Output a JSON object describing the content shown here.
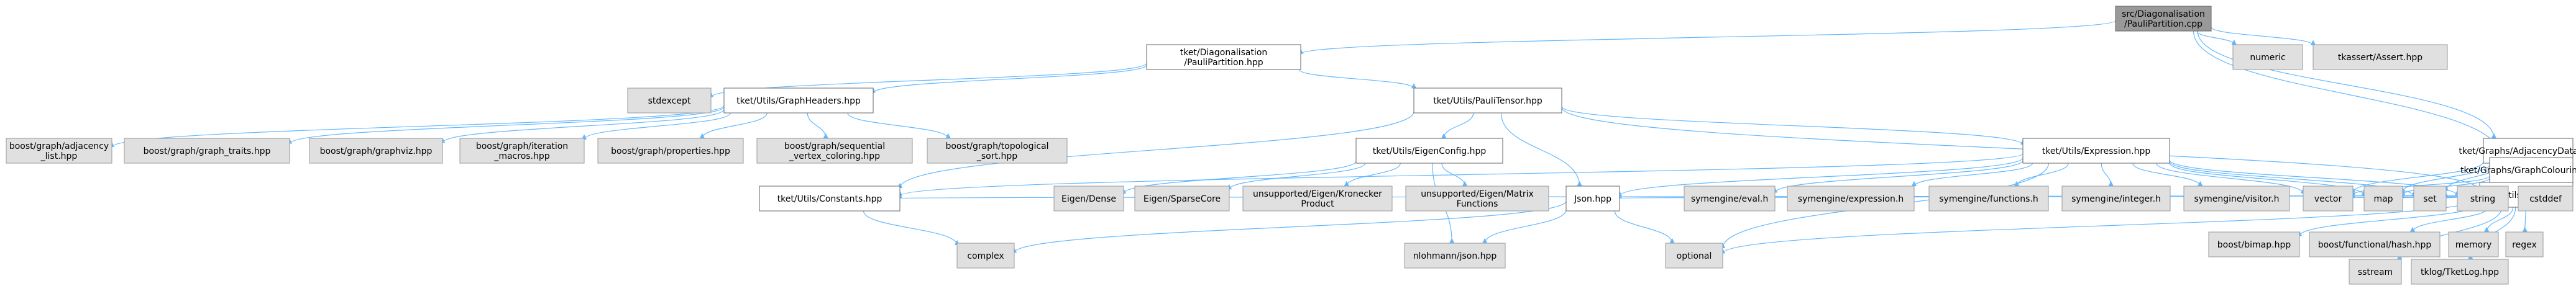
{
  "colors": {
    "root_fill": "#999999",
    "node_fill": "#ffffff",
    "ext_fill": "#e0e0e0",
    "node_border": "#666666",
    "ext_border": "#999999",
    "edge": "#63b8ff"
  },
  "nodes": [
    {
      "id": "root",
      "kind": "root",
      "lines": [
        "src/Diagonalisation",
        "/PauliPartition.cpp"
      ]
    },
    {
      "id": "pp",
      "kind": "local",
      "lines": [
        "tket/Diagonalisation",
        "/PauliPartition.hpp"
      ]
    },
    {
      "id": "numeric",
      "kind": "ext",
      "lines": [
        "numeric"
      ]
    },
    {
      "id": "tkassert",
      "kind": "ext",
      "lines": [
        "tkassert/Assert.hpp"
      ]
    },
    {
      "id": "stdexcept",
      "kind": "ext",
      "lines": [
        "stdexcept"
      ]
    },
    {
      "id": "graphheaders",
      "kind": "local",
      "lines": [
        "tket/Utils/GraphHeaders.hpp"
      ]
    },
    {
      "id": "paulitensor",
      "kind": "local",
      "lines": [
        "tket/Utils/PauliTensor.hpp"
      ]
    },
    {
      "id": "adjlist",
      "kind": "ext",
      "lines": [
        "boost/graph/adjacency",
        "_list.hpp"
      ]
    },
    {
      "id": "graphtraits",
      "kind": "ext",
      "lines": [
        "boost/graph/graph_traits.hpp"
      ]
    },
    {
      "id": "graphviz",
      "kind": "ext",
      "lines": [
        "boost/graph/graphviz.hpp"
      ]
    },
    {
      "id": "itermacros",
      "kind": "ext",
      "lines": [
        "boost/graph/iteration",
        "_macros.hpp"
      ]
    },
    {
      "id": "properties",
      "kind": "ext",
      "lines": [
        "boost/graph/properties.hpp"
      ]
    },
    {
      "id": "seqcolor",
      "kind": "ext",
      "lines": [
        "boost/graph/sequential",
        "_vertex_coloring.hpp"
      ]
    },
    {
      "id": "topo",
      "kind": "ext",
      "lines": [
        "boost/graph/topological",
        "_sort.hpp"
      ]
    },
    {
      "id": "eigenconfig",
      "kind": "local",
      "lines": [
        "tket/Utils/EigenConfig.hpp"
      ]
    },
    {
      "id": "expression",
      "kind": "local",
      "lines": [
        "tket/Utils/Expression.hpp"
      ]
    },
    {
      "id": "adjdata",
      "kind": "local",
      "lines": [
        "tket/Graphs/AdjacencyData.hpp"
      ]
    },
    {
      "id": "graphcolouring",
      "kind": "local",
      "lines": [
        "tket/Graphs/GraphColouring.hpp"
      ]
    },
    {
      "id": "unitid",
      "kind": "local",
      "lines": [
        "tket/Utils/UnitID.hpp"
      ]
    },
    {
      "id": "constants",
      "kind": "local",
      "lines": [
        "tket/Utils/Constants.hpp"
      ]
    },
    {
      "id": "eigendense",
      "kind": "ext",
      "lines": [
        "Eigen/Dense"
      ]
    },
    {
      "id": "eigensparse",
      "kind": "ext",
      "lines": [
        "Eigen/SparseCore"
      ]
    },
    {
      "id": "kronecker",
      "kind": "ext",
      "lines": [
        "unsupported/Eigen/Kronecker",
        "Product"
      ]
    },
    {
      "id": "matfunc",
      "kind": "ext",
      "lines": [
        "unsupported/Eigen/Matrix",
        "Functions"
      ]
    },
    {
      "id": "jsonhpp",
      "kind": "local",
      "lines": [
        "Json.hpp"
      ]
    },
    {
      "id": "seval",
      "kind": "ext",
      "lines": [
        "symengine/eval.h"
      ]
    },
    {
      "id": "sexpr",
      "kind": "ext",
      "lines": [
        "symengine/expression.h"
      ]
    },
    {
      "id": "sfunc",
      "kind": "ext",
      "lines": [
        "symengine/functions.h"
      ]
    },
    {
      "id": "sint",
      "kind": "ext",
      "lines": [
        "symengine/integer.h"
      ]
    },
    {
      "id": "svis",
      "kind": "ext",
      "lines": [
        "symengine/visitor.h"
      ]
    },
    {
      "id": "vector",
      "kind": "ext",
      "lines": [
        "vector"
      ]
    },
    {
      "id": "map",
      "kind": "ext",
      "lines": [
        "map"
      ]
    },
    {
      "id": "set",
      "kind": "ext",
      "lines": [
        "set"
      ]
    },
    {
      "id": "string",
      "kind": "ext",
      "lines": [
        "string"
      ]
    },
    {
      "id": "cstddef",
      "kind": "ext",
      "lines": [
        "cstddef"
      ]
    },
    {
      "id": "bimap",
      "kind": "ext",
      "lines": [
        "boost/bimap.hpp"
      ]
    },
    {
      "id": "hash",
      "kind": "ext",
      "lines": [
        "boost/functional/hash.hpp"
      ]
    },
    {
      "id": "memory",
      "kind": "ext",
      "lines": [
        "memory"
      ]
    },
    {
      "id": "regex",
      "kind": "ext",
      "lines": [
        "regex"
      ]
    },
    {
      "id": "sstream",
      "kind": "ext",
      "lines": [
        "sstream"
      ]
    },
    {
      "id": "tklog",
      "kind": "ext",
      "lines": [
        "tklog/TketLog.hpp"
      ]
    },
    {
      "id": "complex",
      "kind": "ext",
      "lines": [
        "complex"
      ]
    },
    {
      "id": "nlohmann",
      "kind": "ext",
      "lines": [
        "nlohmann/json.hpp"
      ]
    },
    {
      "id": "optional",
      "kind": "ext",
      "lines": [
        "optional"
      ]
    }
  ],
  "edges": [
    [
      "root",
      "pp"
    ],
    [
      "root",
      "numeric"
    ],
    [
      "root",
      "tkassert"
    ],
    [
      "root",
      "adjdata"
    ],
    [
      "root",
      "graphcolouring"
    ],
    [
      "pp",
      "stdexcept"
    ],
    [
      "pp",
      "graphheaders"
    ],
    [
      "pp",
      "paulitensor"
    ],
    [
      "graphheaders",
      "adjlist"
    ],
    [
      "graphheaders",
      "graphtraits"
    ],
    [
      "graphheaders",
      "graphviz"
    ],
    [
      "graphheaders",
      "itermacros"
    ],
    [
      "graphheaders",
      "properties"
    ],
    [
      "graphheaders",
      "seqcolor"
    ],
    [
      "graphheaders",
      "topo"
    ],
    [
      "paulitensor",
      "eigenconfig"
    ],
    [
      "paulitensor",
      "expression"
    ],
    [
      "paulitensor",
      "unitid"
    ],
    [
      "paulitensor",
      "constants"
    ],
    [
      "paulitensor",
      "jsonhpp"
    ],
    [
      "eigenconfig",
      "eigendense"
    ],
    [
      "eigenconfig",
      "eigensparse"
    ],
    [
      "eigenconfig",
      "kronecker"
    ],
    [
      "eigenconfig",
      "matfunc"
    ],
    [
      "eigenconfig",
      "nlohmann"
    ],
    [
      "expression",
      "constants"
    ],
    [
      "expression",
      "jsonhpp"
    ],
    [
      "expression",
      "seval"
    ],
    [
      "expression",
      "sexpr"
    ],
    [
      "expression",
      "sfunc"
    ],
    [
      "expression",
      "sint"
    ],
    [
      "expression",
      "svis"
    ],
    [
      "expression",
      "vector"
    ],
    [
      "expression",
      "map"
    ],
    [
      "expression",
      "set"
    ],
    [
      "expression",
      "string"
    ],
    [
      "expression",
      "optional"
    ],
    [
      "adjdata",
      "vector"
    ],
    [
      "adjdata",
      "map"
    ],
    [
      "adjdata",
      "set"
    ],
    [
      "adjdata",
      "string"
    ],
    [
      "adjdata",
      "cstddef"
    ],
    [
      "graphcolouring",
      "vector"
    ],
    [
      "graphcolouring",
      "map"
    ],
    [
      "graphcolouring",
      "string"
    ],
    [
      "graphcolouring",
      "cstddef"
    ],
    [
      "unitid",
      "constants"
    ],
    [
      "unitid",
      "jsonhpp"
    ],
    [
      "unitid",
      "vector"
    ],
    [
      "unitid",
      "map"
    ],
    [
      "unitid",
      "set"
    ],
    [
      "unitid",
      "string"
    ],
    [
      "unitid",
      "bimap"
    ],
    [
      "unitid",
      "hash"
    ],
    [
      "unitid",
      "memory"
    ],
    [
      "unitid",
      "regex"
    ],
    [
      "unitid",
      "sstream"
    ],
    [
      "unitid",
      "tklog"
    ],
    [
      "unitid",
      "optional"
    ],
    [
      "constants",
      "complex"
    ],
    [
      "jsonhpp",
      "complex"
    ],
    [
      "jsonhpp",
      "nlohmann"
    ],
    [
      "jsonhpp",
      "optional"
    ]
  ]
}
